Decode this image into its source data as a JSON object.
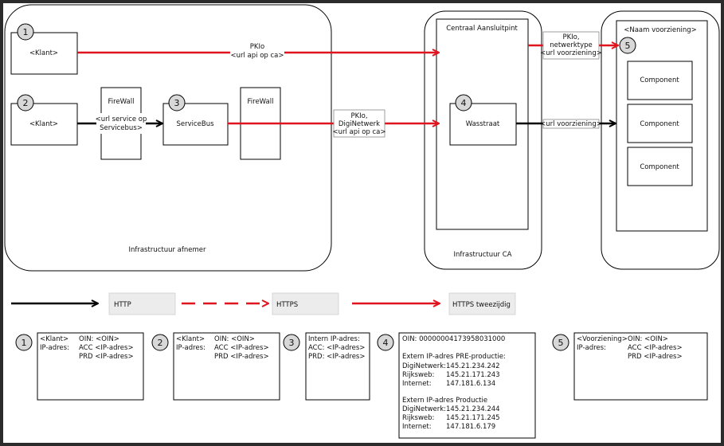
{
  "colors": {
    "background": "#ffffff",
    "frame": "#2b2b2b",
    "red": "#e0141e",
    "black": "#000000",
    "legendbox": "#ececec"
  },
  "zones": {
    "afnemer": "Infrastructuur afnemer",
    "ca": "Infrastructuur CA",
    "ca_top": "Centraal Aansluitpint",
    "voorziening_top": "<Naam voorziening>"
  },
  "nodes": {
    "klant1": "<Klant>",
    "klant2": "<Klant>",
    "firewall1": [
      "FireWall",
      "<url service op",
      "Servicebus>"
    ],
    "servicebus": "ServiceBus",
    "firewall2": "FireWall",
    "wasstraat": "Wasstraat",
    "component1": "Component",
    "component2": "Component",
    "component3": "Component"
  },
  "badges": [
    "1",
    "2",
    "3",
    "4",
    "5"
  ],
  "edge_labels": {
    "e1": [
      "PKIo",
      "<url api op ca>"
    ],
    "e2": [
      "PKIo,",
      "DigiNetwerk",
      "<url api op ca>"
    ],
    "e3": [
      "PKIo,",
      "netwerktype",
      "<url voorziening>"
    ],
    "e4": [
      "<url voorziening>"
    ]
  },
  "legend": {
    "http": "HTTP",
    "https": "HTTPS",
    "https2": "HTTPS tweezijdig"
  },
  "info": {
    "b1": [
      [
        "<Klant>",
        "OIN: <OIN>"
      ],
      [
        "IP-adres:",
        "ACC <IP-adres>"
      ],
      [
        "",
        "PRD <IP-adres>"
      ]
    ],
    "b2": [
      [
        "<Klant>",
        "OIN: <OIN>"
      ],
      [
        "IP-adres:",
        "ACC <IP-adres>"
      ],
      [
        "",
        "PRD <IP-adres>"
      ]
    ],
    "b3": [
      [
        "Intern IP-adres:",
        ""
      ],
      [
        "ACC: <IP-adres>",
        ""
      ],
      [
        "PRD: <IP-adres>",
        ""
      ]
    ],
    "b4": [
      [
        "OIN: 00000004173958031000",
        ""
      ],
      [
        "",
        ""
      ],
      [
        "Extern IP-adres PRE-productie:",
        ""
      ],
      [
        "DigiNetwerk:",
        "145.21.234.242"
      ],
      [
        "Rijksweb:",
        "145.21.171.243"
      ],
      [
        "Internet:",
        "147.181.6.134"
      ],
      [
        "",
        ""
      ],
      [
        "Extern IP-adres Productie",
        ""
      ],
      [
        "DigiNetwerk:",
        "145.21.234.244"
      ],
      [
        "Rijksweb:",
        "145.21.171.245"
      ],
      [
        "Internet:",
        "147.181.6.179"
      ]
    ],
    "b5": [
      [
        "<Voorziening>",
        "OIN: <OIN>"
      ],
      [
        "IP-adres:",
        "ACC <IP-adres>"
      ],
      [
        "",
        "PRD <IP-adres>"
      ]
    ]
  }
}
